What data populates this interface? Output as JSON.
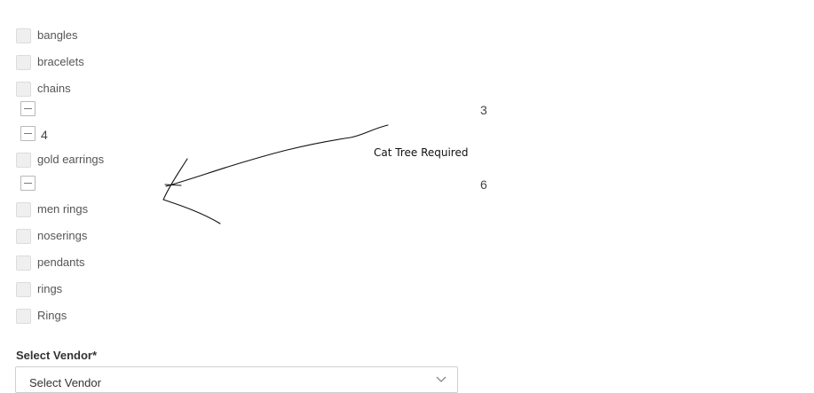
{
  "categories": [
    {
      "label": "bangles"
    },
    {
      "label": "bracelets"
    },
    {
      "label": "chains"
    },
    {
      "label": "gold earrings"
    },
    {
      "label": "men rings"
    },
    {
      "label": "noserings"
    },
    {
      "label": "pendants"
    },
    {
      "label": "rings"
    },
    {
      "label": "Rings"
    }
  ],
  "tree_nodes": {
    "node_1_value": "3",
    "node_2_value": "4",
    "node_3_value": "6"
  },
  "annotation": {
    "text": "Cat Tree Required"
  },
  "vendor": {
    "label": "Select Vendor*",
    "selected": "Select Vendor",
    "chevron_icon": "chevron-down-icon"
  }
}
